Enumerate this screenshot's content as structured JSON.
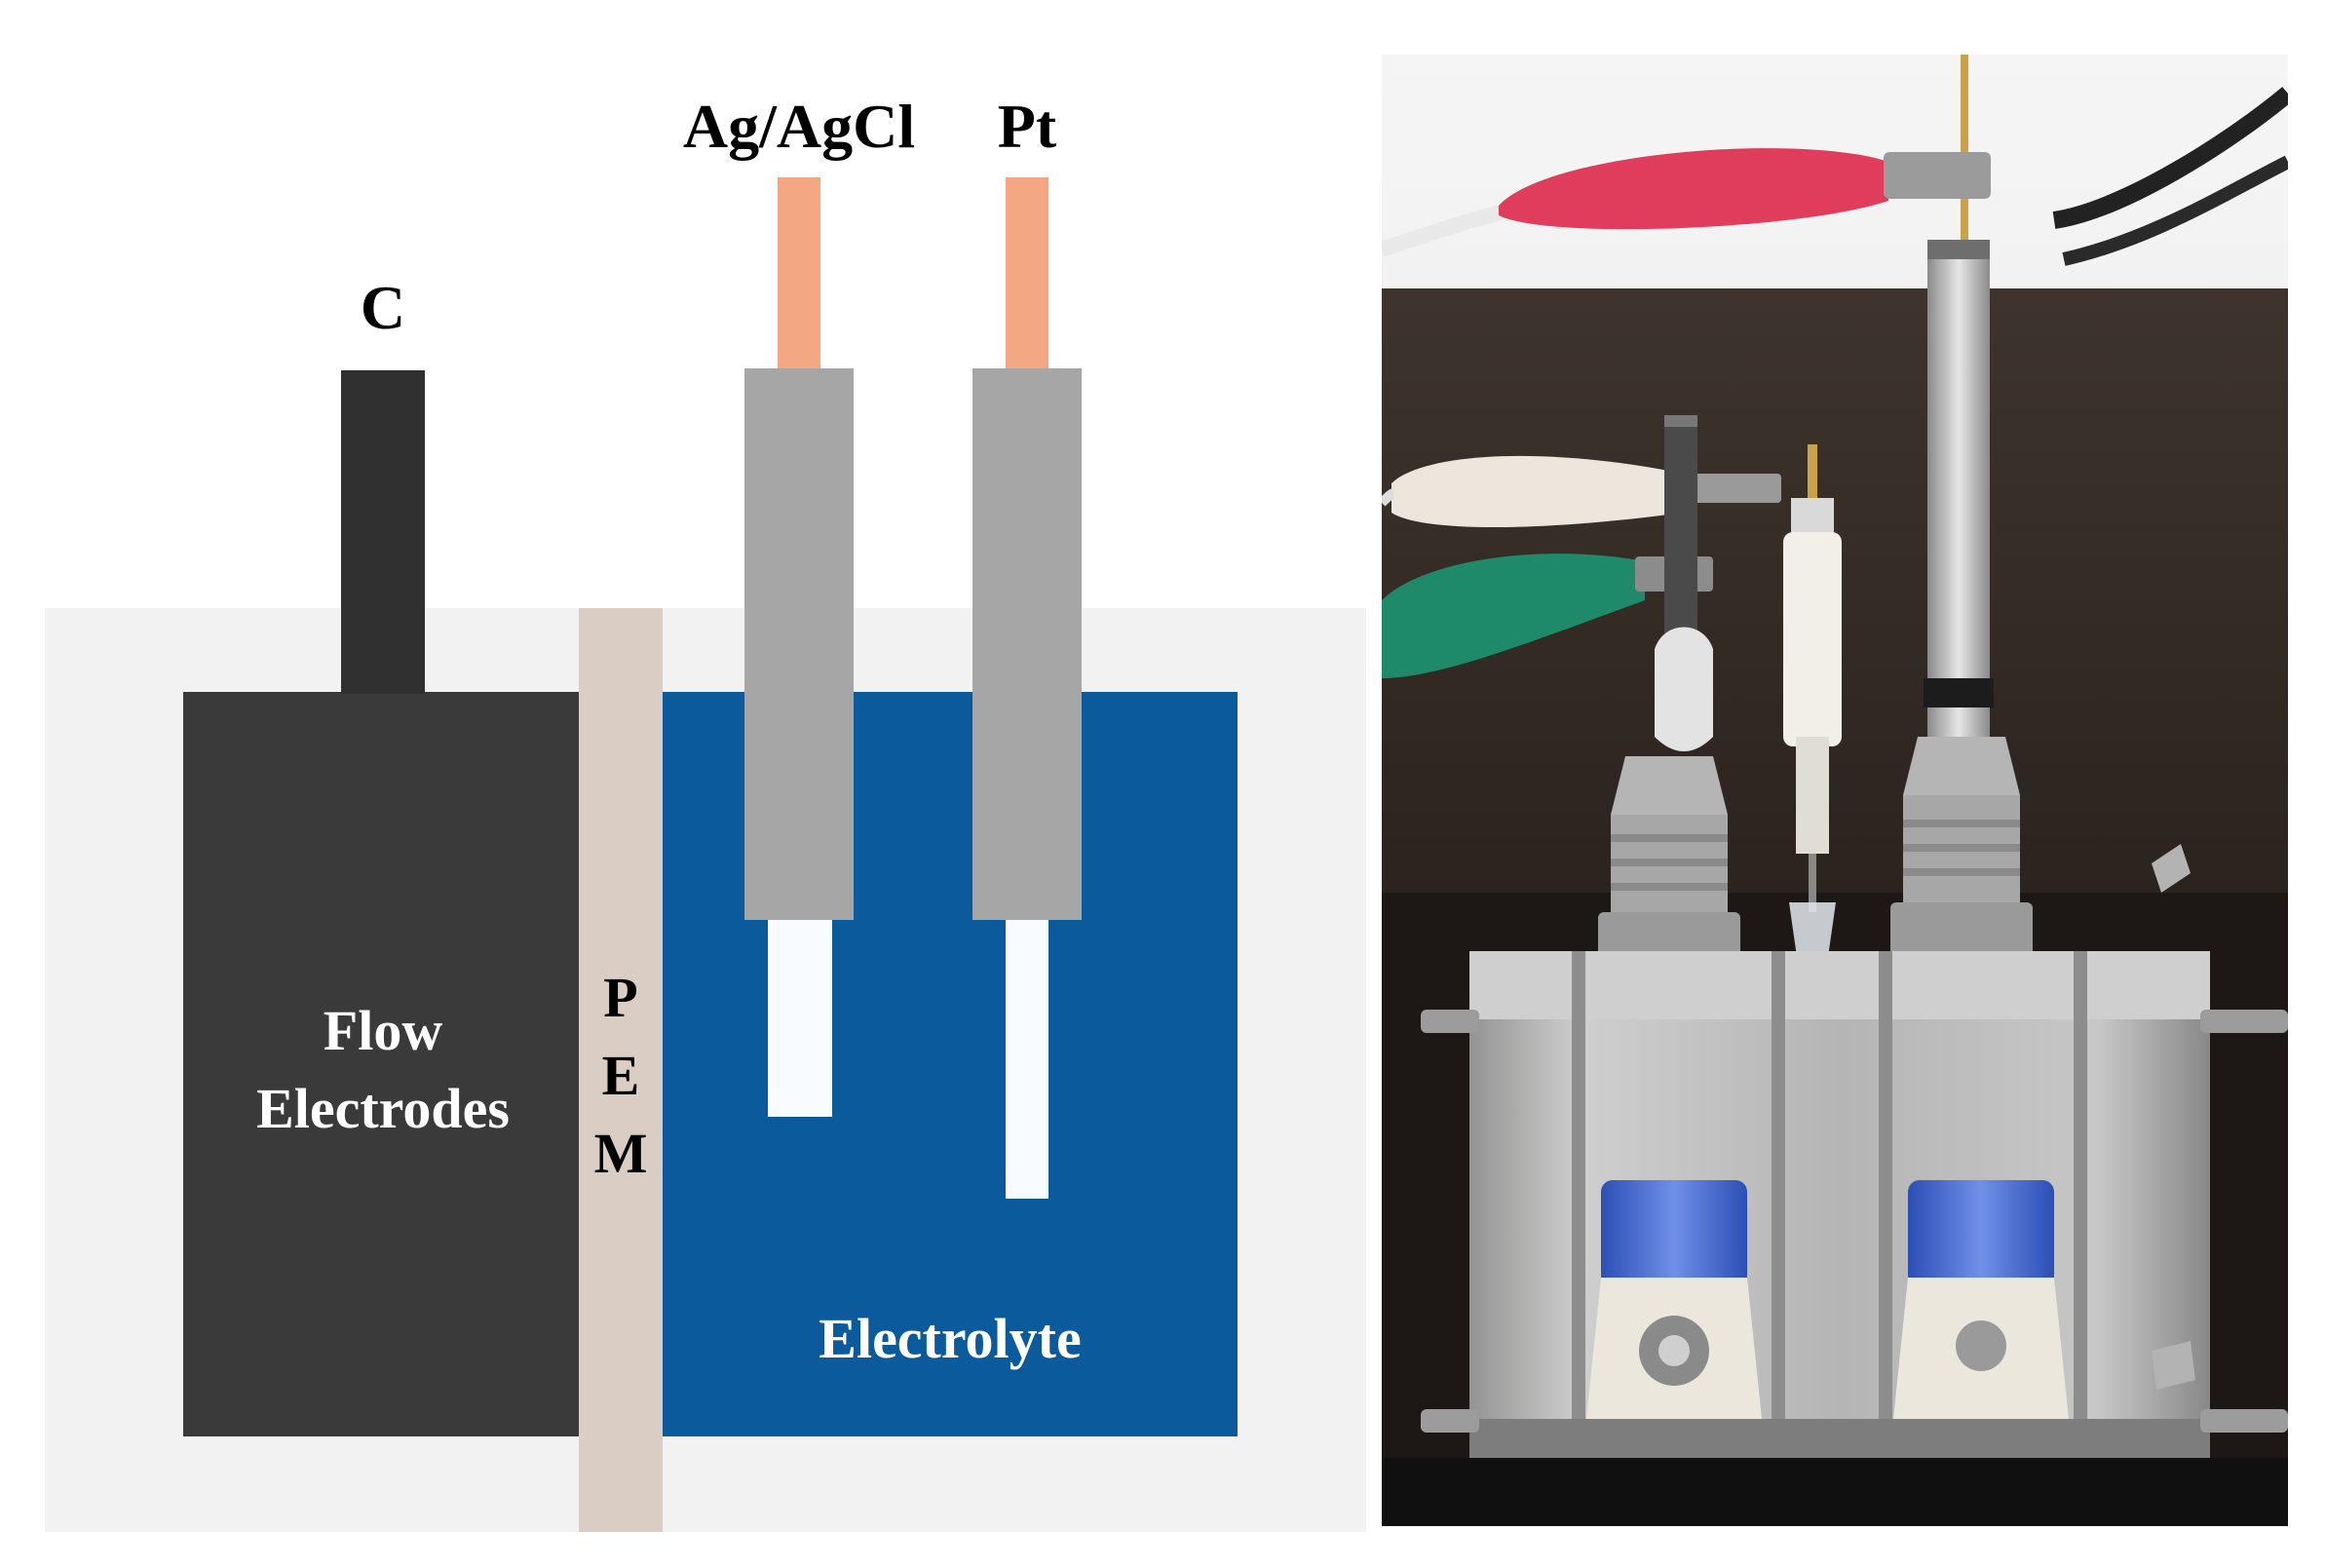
{
  "diagram": {
    "labels": {
      "carbon": "C",
      "ag_agcl": "Ag/AgCl",
      "pt": "Pt",
      "flow_electrodes": [
        "Flow",
        "Electrodes"
      ],
      "pem": [
        "P",
        "E",
        "M"
      ],
      "electrolyte": "Electrolyte"
    },
    "colors": {
      "cell_background": "#f2f2f2",
      "flow_electrodes": "#3a3a3a",
      "carbon_rod": "#303030",
      "pem": "#d9cdc4",
      "electrolyte": "#0b5a9c",
      "electrode_body": "#a6a6a6",
      "electrode_tip": "#f8fbff",
      "wire": "#f4a783"
    }
  },
  "photo": {
    "description_icon": "electrochemical-cell-photo"
  }
}
